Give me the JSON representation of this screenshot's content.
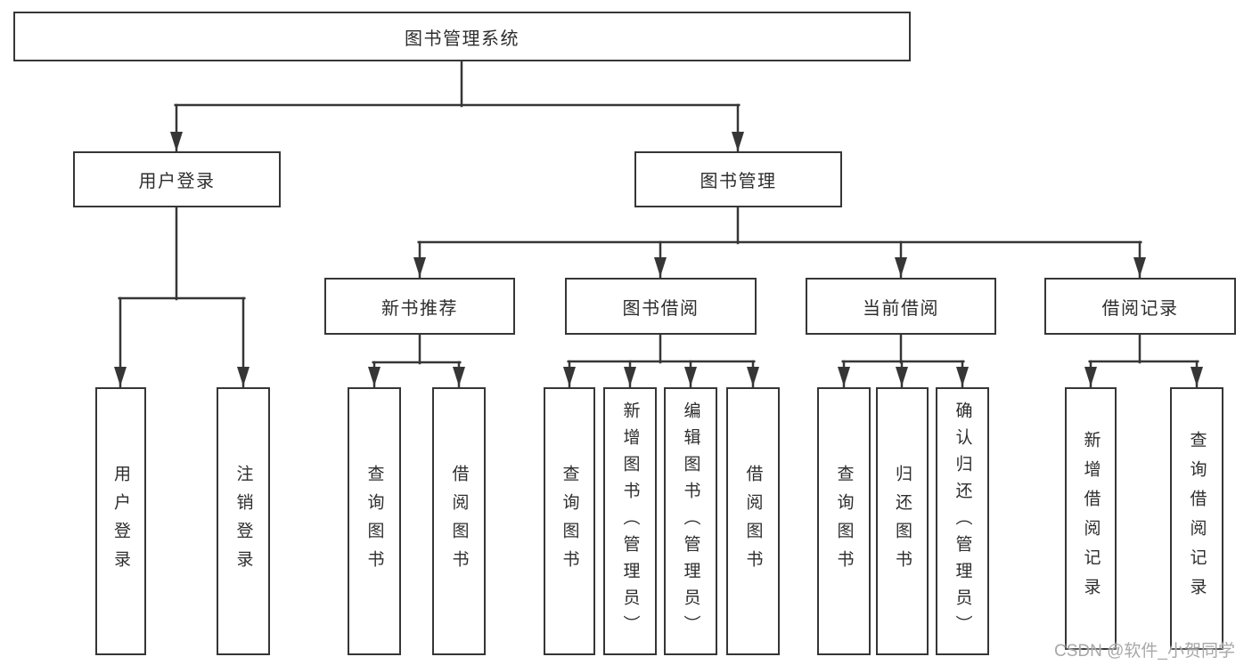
{
  "diagram": {
    "root": "图书管理系统",
    "user_login": {
      "label": "用户登录",
      "children": [
        "用户登录",
        "注销登录"
      ]
    },
    "book_management": {
      "label": "图书管理",
      "sections": [
        {
          "label": "新书推荐",
          "children": [
            "查询图书",
            "借阅图书"
          ]
        },
        {
          "label": "图书借阅",
          "children": [
            "查询图书",
            "新增图书（管理员）",
            "编辑图书（管理员）",
            "借阅图书"
          ]
        },
        {
          "label": "当前借阅",
          "children": [
            "查询图书",
            "归还图书",
            "确认归还（管理员）"
          ]
        },
        {
          "label": "借阅记录",
          "children": [
            "新增借阅记录",
            "查询借阅记录"
          ]
        }
      ]
    }
  },
  "colors": {
    "line": "#363636",
    "text": "#2e2e2e",
    "background": "#ffffff",
    "watermark": "#a8a8a8"
  },
  "watermark": "CSDN @软件_小贺同学"
}
